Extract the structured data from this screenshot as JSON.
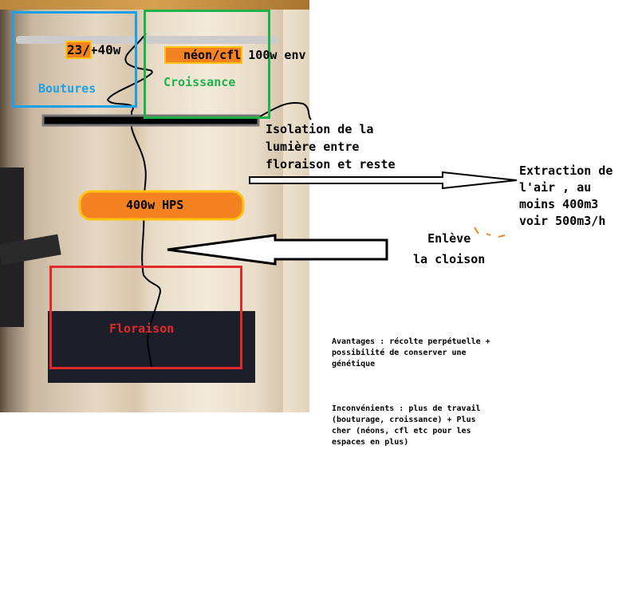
{
  "zones": {
    "boutures": {
      "label": "Boutures",
      "color": "#1ea0e6"
    },
    "croissance": {
      "label": "Croissance",
      "color": "#1fb14a"
    },
    "floraison": {
      "label": "Floraison",
      "color": "#e32a2a"
    }
  },
  "lights": {
    "boutures_power_highlight": "23/",
    "boutures_power_rest": "+40w",
    "croissance_highlight": "néon/cfl",
    "croissance_rest": " 100w env",
    "hps": "400w HPS"
  },
  "annotations": {
    "isolation": "Isolation de la\nlumière entre\nfloraison et reste",
    "extraction": "Extraction de\nl'air , au\nmoins 400m3\nvoir 500m3/h",
    "cloison": "Enlève\nla cloison"
  },
  "notes": {
    "avantages": "Avantages : récolte perpétuelle  + possibilité de conserver une génétique",
    "inconvenients": "Inconvénients : plus de travail (bouturage, croissance) + Plus cher (néons, cfl etc pour les espaces en plus)"
  },
  "colors": {
    "orange": "#f58220",
    "yellow": "#ffc20e"
  }
}
